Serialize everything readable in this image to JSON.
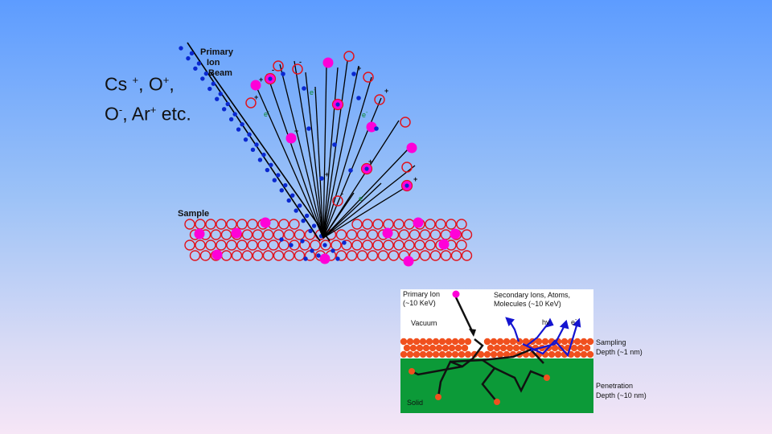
{
  "slide": {
    "ion_species": {
      "line1": [
        "Cs",
        "+",
        ", O",
        "+",
        ","
      ],
      "line2": [
        "O",
        "-",
        ", Ar",
        "+",
        " etc."
      ]
    }
  },
  "diagram1": {
    "beam_label": [
      "Primary",
      "Ion",
      "Beam"
    ],
    "sample_label": "Sample",
    "colors": {
      "lattice_atom": "#e0141e",
      "ion": "#ff00d8",
      "electron": "#0a28d0",
      "e_label": "#0a8a30",
      "line": "#000000"
    },
    "electron_label": "e",
    "charge_plus": "+",
    "charge_minus": "-"
  },
  "diagram2": {
    "primary_ion": [
      "Primary Ion",
      "(~10 KeV)"
    ],
    "secondary": [
      "Secondary Ions, Atoms,",
      "Molecules (~10 KeV)"
    ],
    "vacuum": "Vacuum",
    "photon": "hν",
    "electron": "e",
    "electron_charge": "-",
    "sampling": [
      "Sampling",
      "Depth (~1 nm)"
    ],
    "penetration": [
      "Penetration",
      "Depth (~10 nm)"
    ],
    "solid": "Solid",
    "colors": {
      "surface_atom": "#f0501e",
      "solid": "#0c9a38",
      "arrow": "#1414d0",
      "ion": "#ff00d8"
    }
  }
}
